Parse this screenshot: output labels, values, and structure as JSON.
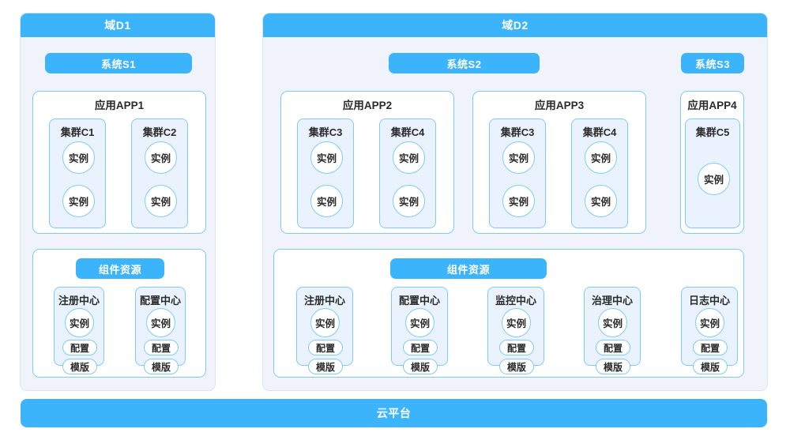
{
  "colors": {
    "accent": "#3cb4fc",
    "panel_bg": "#f0f4fa",
    "box_border": "#7ecbfb",
    "cluster_bg": "#eaf3fd",
    "text": "#2b2b2b",
    "page_bg": "#ffffff"
  },
  "platform": {
    "label": "云平台"
  },
  "domains": [
    {
      "id": "d1",
      "title": "域D1",
      "systems": [
        {
          "id": "s1",
          "label": "系统S1"
        }
      ],
      "apps": [
        {
          "id": "app1",
          "title": "应用APP1",
          "clusters": [
            {
              "id": "c1",
              "title": "集群C1",
              "instances": [
                "实例",
                "实例"
              ]
            },
            {
              "id": "c2",
              "title": "集群C2",
              "instances": [
                "实例",
                "实例"
              ]
            }
          ]
        }
      ],
      "resources": {
        "label": "组件资源",
        "centers": [
          {
            "id": "registry",
            "title": "注册中心",
            "instance": "实例",
            "tags": [
              "配置",
              "模版"
            ]
          },
          {
            "id": "config",
            "title": "配置中心",
            "instance": "实例",
            "tags": [
              "配置",
              "模版"
            ]
          }
        ]
      }
    },
    {
      "id": "d2",
      "title": "域D2",
      "systems": [
        {
          "id": "s2",
          "label": "系统S2"
        },
        {
          "id": "s3",
          "label": "系统S3"
        }
      ],
      "apps": [
        {
          "id": "app2",
          "title": "应用APP2",
          "clusters": [
            {
              "id": "c3a",
              "title": "集群C3",
              "instances": [
                "实例",
                "实例"
              ]
            },
            {
              "id": "c4a",
              "title": "集群C4",
              "instances": [
                "实例",
                "实例"
              ]
            }
          ]
        },
        {
          "id": "app3",
          "title": "应用APP3",
          "clusters": [
            {
              "id": "c3b",
              "title": "集群C3",
              "instances": [
                "实例",
                "实例"
              ]
            },
            {
              "id": "c4b",
              "title": "集群C4",
              "instances": [
                "实例",
                "实例"
              ]
            }
          ]
        },
        {
          "id": "app4",
          "title": "应用APP4",
          "clusters": [
            {
              "id": "c5",
              "title": "集群C5",
              "instances": [
                "实例"
              ]
            }
          ]
        }
      ],
      "resources": {
        "label": "组件资源",
        "centers": [
          {
            "id": "registry",
            "title": "注册中心",
            "instance": "实例",
            "tags": [
              "配置",
              "模版"
            ]
          },
          {
            "id": "config",
            "title": "配置中心",
            "instance": "实例",
            "tags": [
              "配置",
              "模版"
            ]
          },
          {
            "id": "monitor",
            "title": "监控中心",
            "instance": "实例",
            "tags": [
              "配置",
              "模版"
            ]
          },
          {
            "id": "governance",
            "title": "治理中心",
            "instance": "实例",
            "tags": [
              "配置",
              "模版"
            ]
          },
          {
            "id": "logging",
            "title": "日志中心",
            "instance": "实例",
            "tags": [
              "配置",
              "模版"
            ]
          }
        ]
      }
    }
  ]
}
